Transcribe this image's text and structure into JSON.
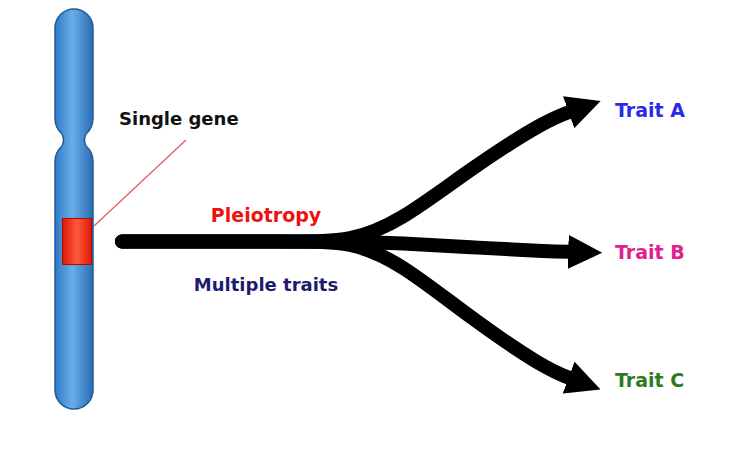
{
  "diagram": {
    "nodes": [
      {
        "text": [
          "Single gene"
        ]
      },
      {
        "text": [
          "Trait A"
        ]
      },
      {
        "text": [
          "Trait B"
        ]
      },
      {
        "text": [
          "Trait C"
        ]
      }
    ],
    "edges": [
      {
        "from": 0,
        "to": 1,
        "arrow": "to"
      },
      {
        "from": 0,
        "to": 2,
        "arrow": "to"
      },
      {
        "from": 0,
        "to": 3,
        "arrow": "to"
      }
    ],
    "labels": [
      "Pleiotropy",
      "Multiple traits"
    ]
  }
}
